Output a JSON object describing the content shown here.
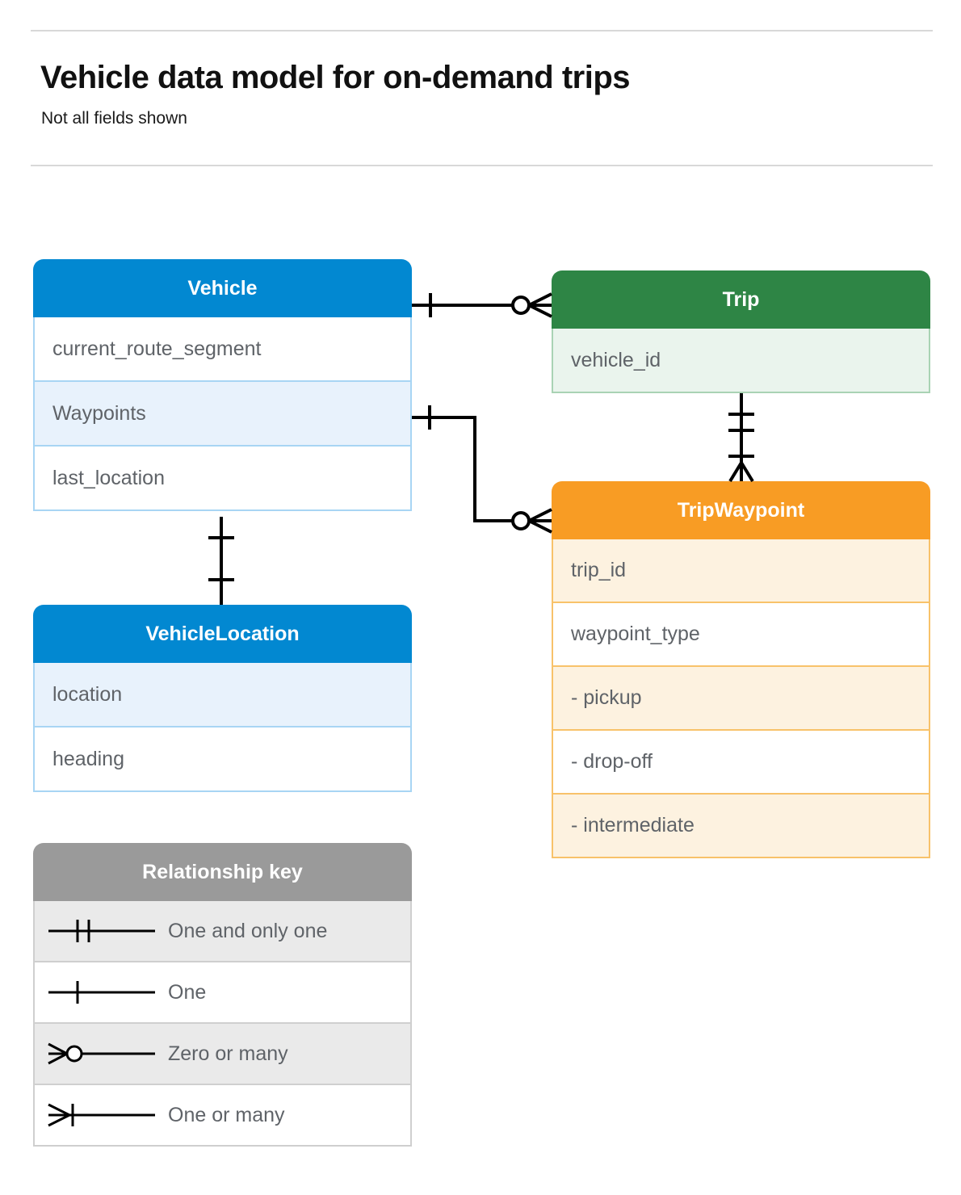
{
  "header": {
    "title": "Vehicle data model for on-demand trips",
    "subtitle": "Not all fields shown"
  },
  "colors": {
    "vehicle": "#0288d1",
    "trip": "#2e8545",
    "tripwaypoint": "#f89c24",
    "legend": "#9a9a9a",
    "field_text": "#5f6368",
    "rule": "#d8d8d8",
    "connector": "#000000"
  },
  "entities": [
    {
      "id": "vehicle",
      "title": "Vehicle",
      "rows": [
        {
          "label": "current_route_segment",
          "shaded": false
        },
        {
          "label": "Waypoints",
          "shaded": true
        },
        {
          "label": "last_location",
          "shaded": false
        }
      ]
    },
    {
      "id": "vehiclelocation",
      "title": "VehicleLocation",
      "rows": [
        {
          "label": "location",
          "shaded": true
        },
        {
          "label": "heading",
          "shaded": false
        }
      ]
    },
    {
      "id": "trip",
      "title": "Trip",
      "rows": [
        {
          "label": "vehicle_id",
          "shaded": true
        }
      ]
    },
    {
      "id": "tripwaypoint",
      "title": "TripWaypoint",
      "rows": [
        {
          "label": "trip_id",
          "shaded": true
        },
        {
          "label": "waypoint_type",
          "shaded": false
        },
        {
          "label": "   -  pickup",
          "shaded": true
        },
        {
          "label": "   -  drop-off",
          "shaded": false
        },
        {
          "label": "   -  intermediate",
          "shaded": true
        }
      ]
    }
  ],
  "legend": {
    "title": "Relationship key",
    "items": [
      {
        "symbol": "one-and-only-one-icon",
        "label": "One and only one",
        "shaded": true
      },
      {
        "symbol": "one-icon",
        "label": "One",
        "shaded": false
      },
      {
        "symbol": "zero-or-many-icon",
        "label": "Zero or many",
        "shaded": true
      },
      {
        "symbol": "one-or-many-icon",
        "label": "One or many",
        "shaded": false
      }
    ]
  },
  "relationships": [
    {
      "id": "vehicle-to-trip",
      "from": "Vehicle",
      "to": "Trip",
      "from_cardinality": "One",
      "to_cardinality": "Zero or many"
    },
    {
      "id": "vehicle-waypoints-to-tripwaypoint",
      "from": "Vehicle.Waypoints",
      "to": "TripWaypoint",
      "from_cardinality": "One",
      "to_cardinality": "Zero or many"
    },
    {
      "id": "trip-to-tripwaypoint",
      "from": "Trip",
      "to": "TripWaypoint",
      "from_cardinality": "One and only one",
      "to_cardinality": "One or many"
    },
    {
      "id": "vehicle-to-vehiclelocation",
      "from": "Vehicle",
      "to": "VehicleLocation",
      "from_cardinality": "One",
      "to_cardinality": "One"
    }
  ]
}
